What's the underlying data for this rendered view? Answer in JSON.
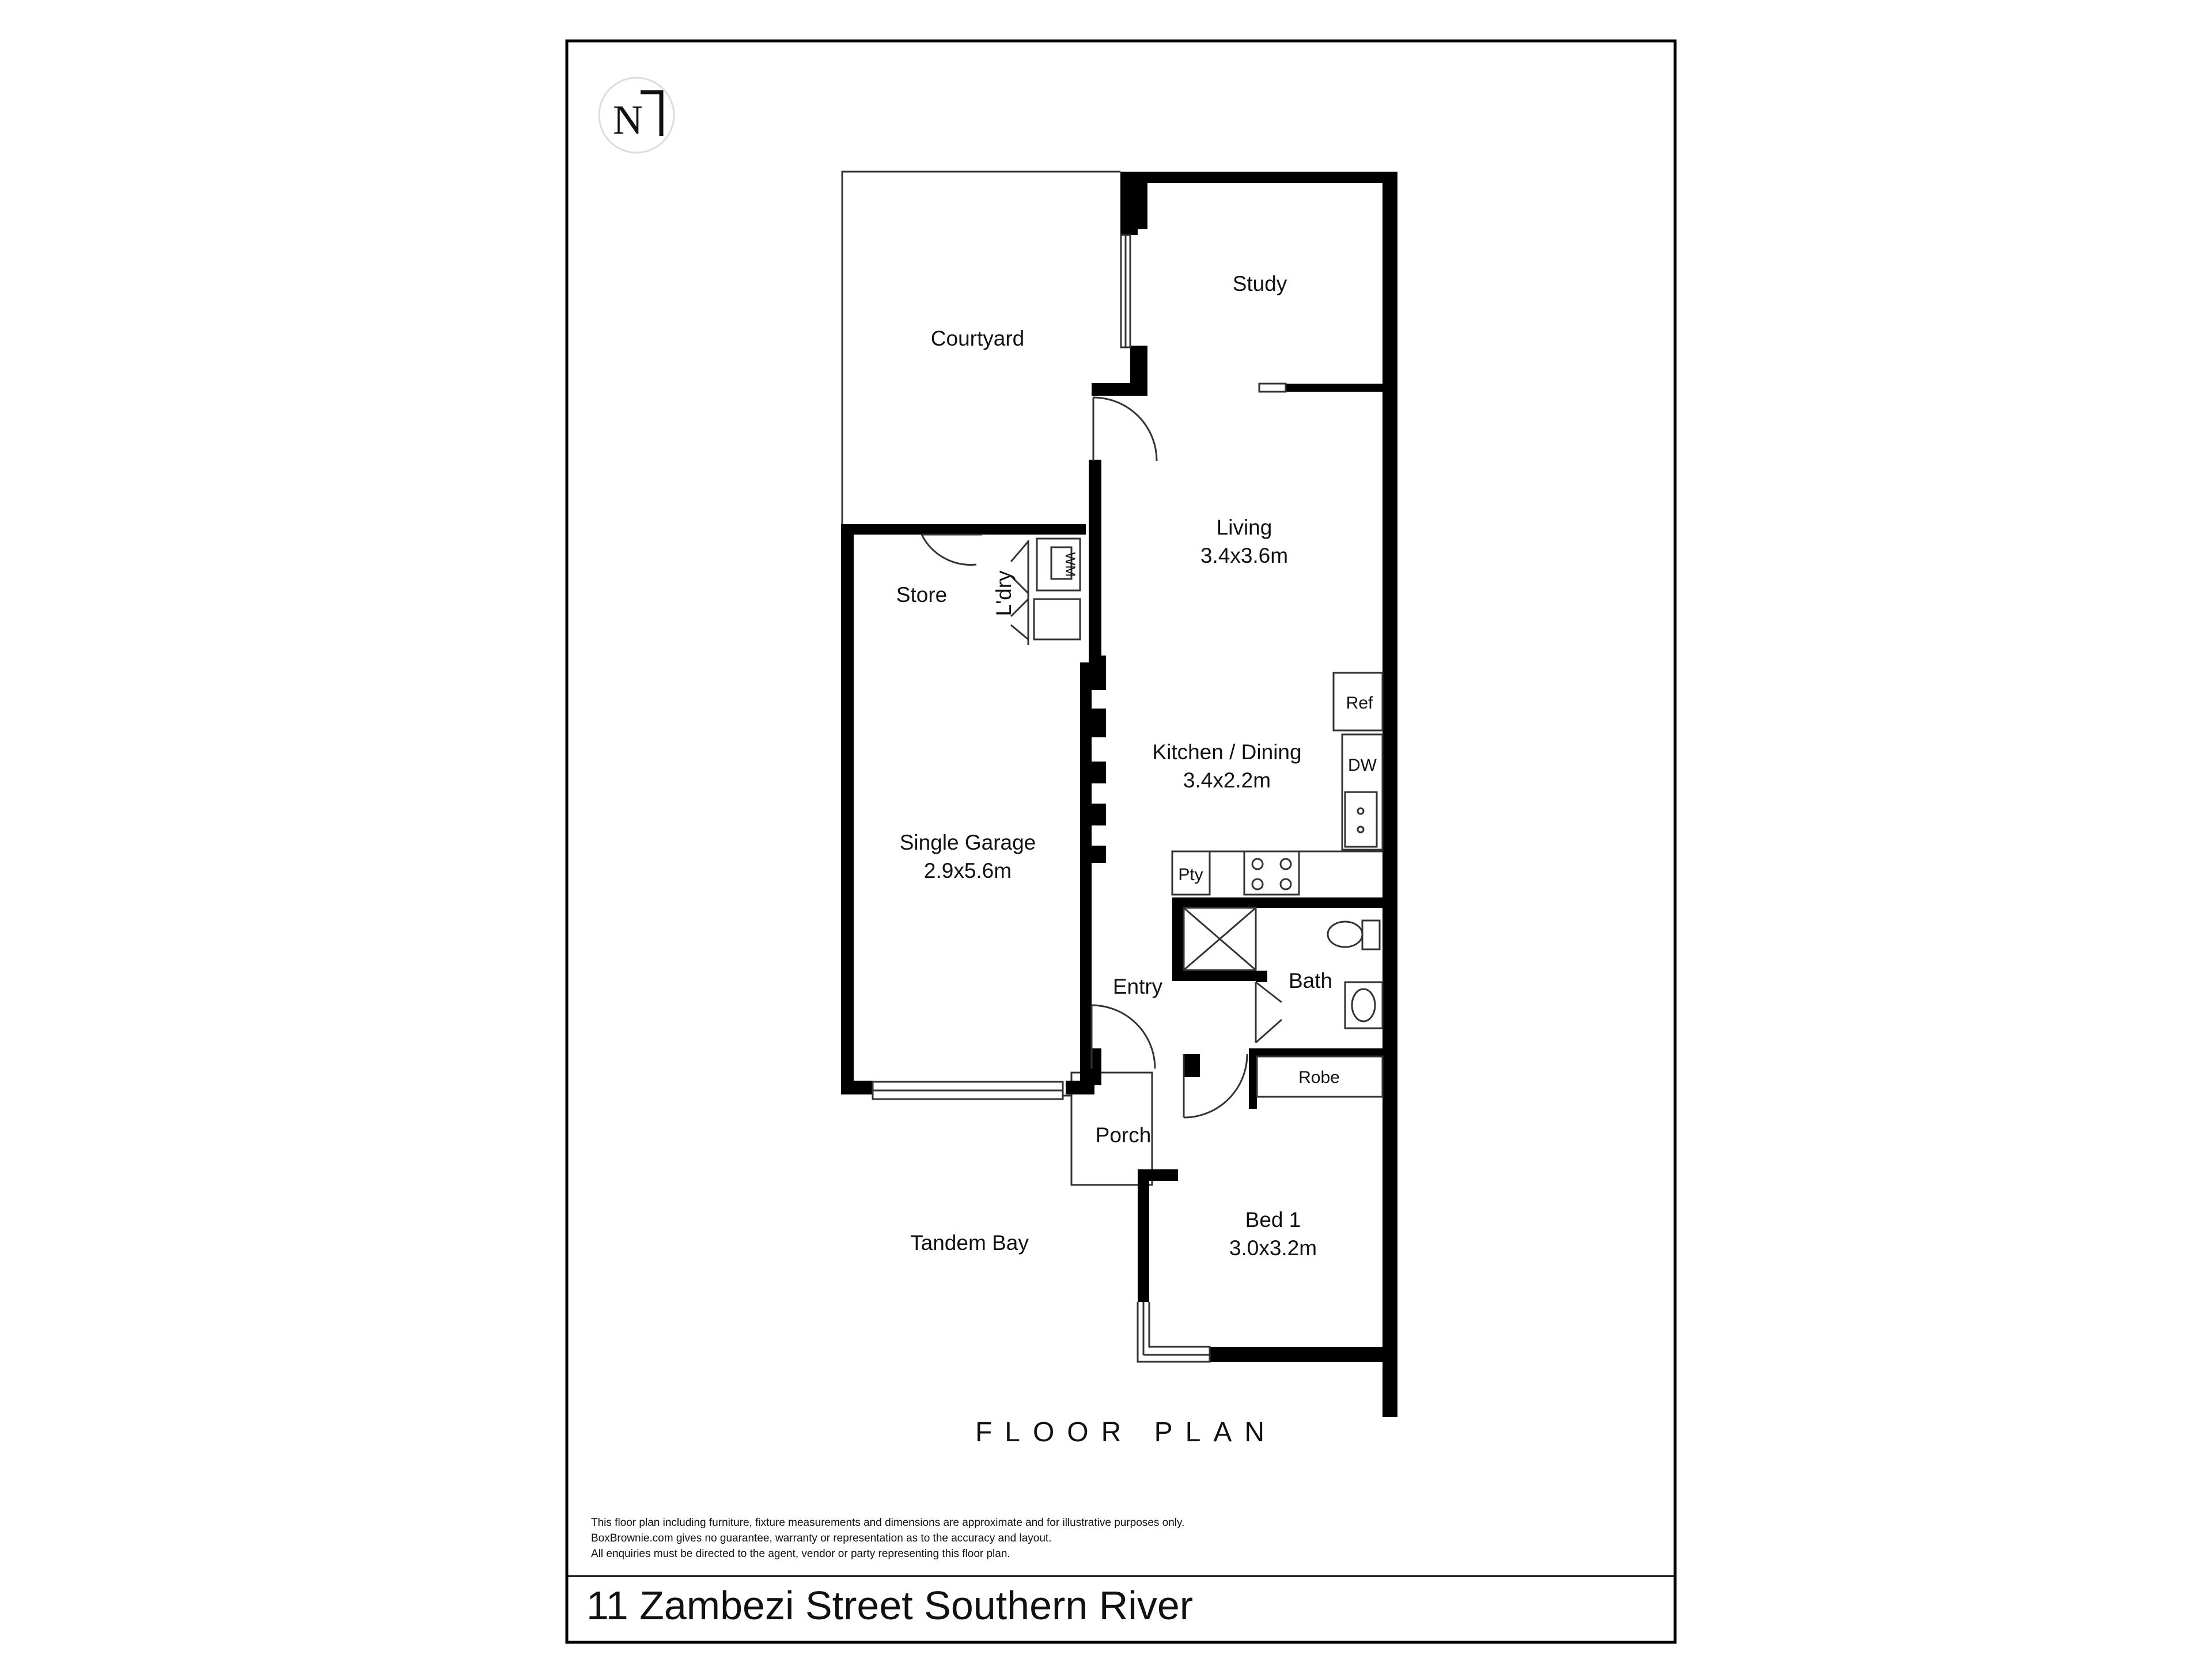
{
  "rooms": {
    "study": "Study",
    "courtyard": "Courtyard",
    "living": "Living",
    "living_size": "3.4x3.6m",
    "store": "Store",
    "laundry": "L'dry",
    "washing_machine": "WM",
    "refrigerator": "Ref",
    "kitchen": "Kitchen / Dining",
    "kitchen_size": "3.4x2.2m",
    "dishwasher": "DW",
    "garage": "Single Garage",
    "garage_size": "2.9x5.6m",
    "pantry": "Pty",
    "bath": "Bath",
    "entry": "Entry",
    "robe": "Robe",
    "porch": "Porch",
    "bed": "Bed 1",
    "bed_size": "3.0x3.2m",
    "tandem": "Tandem Bay"
  },
  "compass": {
    "letter": "N"
  },
  "plan_title": "FLOOR PLAN",
  "disclaimer": [
    "This floor plan including furniture, fixture measurements and dimensions are approximate and for illustrative purposes only.",
    "BoxBrownie.com gives no guarantee, warranty or representation as to the accuracy and layout.",
    "All enquiries must be directed to the agent, vendor or party representing this floor plan."
  ],
  "address": "11 Zambezi Street Southern River",
  "colors": {
    "wall": "#000000",
    "line": "#222222",
    "background": "#ffffff"
  }
}
